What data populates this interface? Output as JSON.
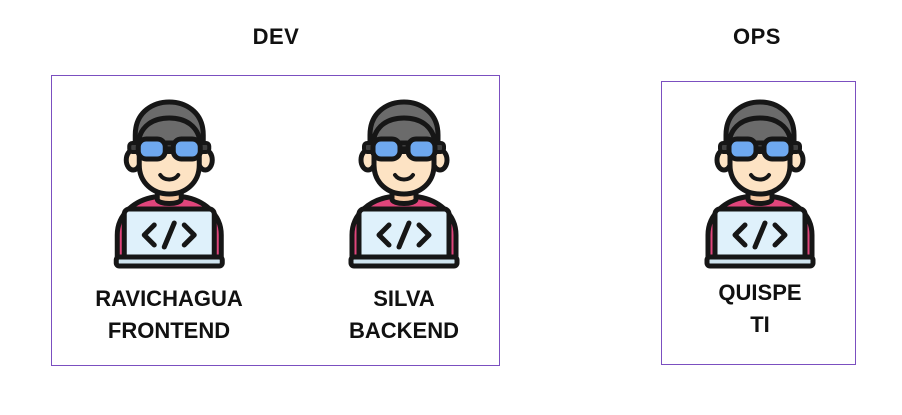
{
  "groups": [
    {
      "title": "DEV",
      "members": [
        {
          "name": "RAVICHAGUA",
          "role": "FRONTEND",
          "icon": "developer-avatar-icon"
        },
        {
          "name": "SILVA",
          "role": "BACKEND",
          "icon": "developer-avatar-icon"
        }
      ]
    },
    {
      "title": "OPS",
      "members": [
        {
          "name": "QUISPE",
          "role": "TI",
          "icon": "developer-avatar-icon"
        }
      ]
    }
  ],
  "colors": {
    "box_border": "#7b4fc0",
    "hair": "#6b6b6b",
    "goggles": "#6ea8ef",
    "skin": "#fde3c4",
    "shirt": "#e0457b",
    "laptop_screen": "#dff1fb",
    "outline": "#161616"
  }
}
